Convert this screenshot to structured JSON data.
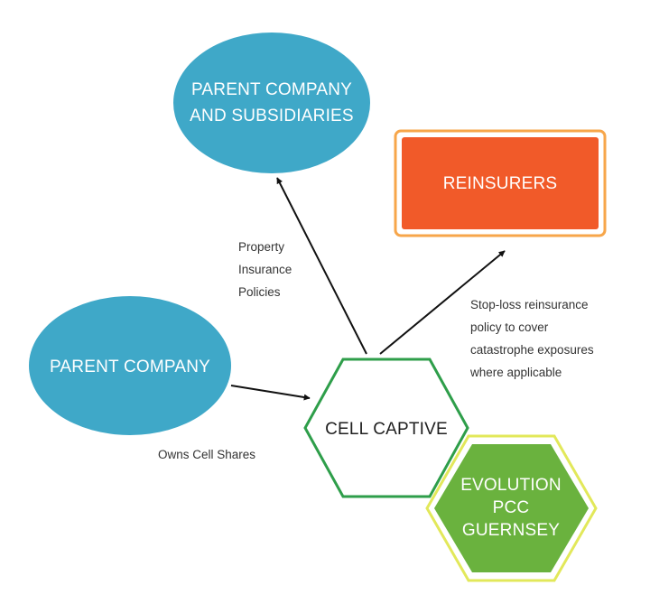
{
  "nodes": {
    "parent_subsidiaries": {
      "lines": [
        "PARENT COMPANY",
        "AND SUBSIDIARIES"
      ],
      "fill": "#3fa8c8"
    },
    "reinsurers": {
      "lines": [
        "REINSURERS"
      ],
      "fill": "#f15a29",
      "border": "#f7a64a"
    },
    "parent_company": {
      "lines": [
        "PARENT COMPANY"
      ],
      "fill": "#3fa8c8"
    },
    "cell_captive": {
      "lines": [
        "CELL CAPTIVE"
      ],
      "fill": "#ffffff",
      "border": "#2e9e4a"
    },
    "evolution_pcc": {
      "lines": [
        "EVOLUTION",
        "PCC",
        "GUERNSEY"
      ],
      "fill": "#6ab23e",
      "border": "#e2e85a"
    }
  },
  "edges": {
    "property": {
      "lines": [
        "Property",
        "Insurance",
        "Policies"
      ]
    },
    "stoploss": {
      "lines": [
        "Stop-loss reinsurance",
        "policy to cover",
        "catastrophe exposures",
        "where applicable"
      ]
    },
    "owns": {
      "lines": [
        "Owns Cell Shares"
      ]
    }
  }
}
